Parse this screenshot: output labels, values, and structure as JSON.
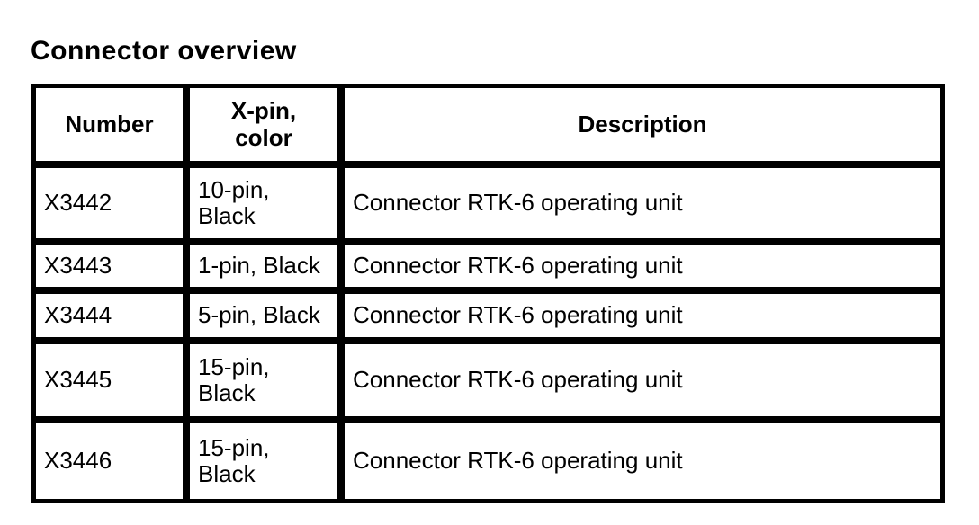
{
  "page": {
    "title": "Connector overview",
    "colors": {
      "background": "#ffffff",
      "text": "#000000",
      "table_border": "#000000"
    }
  },
  "table": {
    "headers": {
      "number": "Number",
      "pin_color": "X-pin,\ncolor",
      "description": "Description"
    },
    "rows": [
      {
        "number": "X3442",
        "pin_color": "10-pin,\nBlack",
        "description": "Connector RTK-6 operating unit"
      },
      {
        "number": "X3443",
        "pin_color": "1-pin, Black",
        "description": "Connector RTK-6 operating unit"
      },
      {
        "number": "X3444",
        "pin_color": "5-pin, Black",
        "description": "Connector RTK-6 operating unit"
      },
      {
        "number": "X3445",
        "pin_color": "15-pin,\nBlack",
        "description": "Connector RTK-6 operating unit"
      },
      {
        "number": "X3446",
        "pin_color": "15-pin,\nBlack",
        "description": "Connector RTK-6 operating unit"
      }
    ]
  }
}
